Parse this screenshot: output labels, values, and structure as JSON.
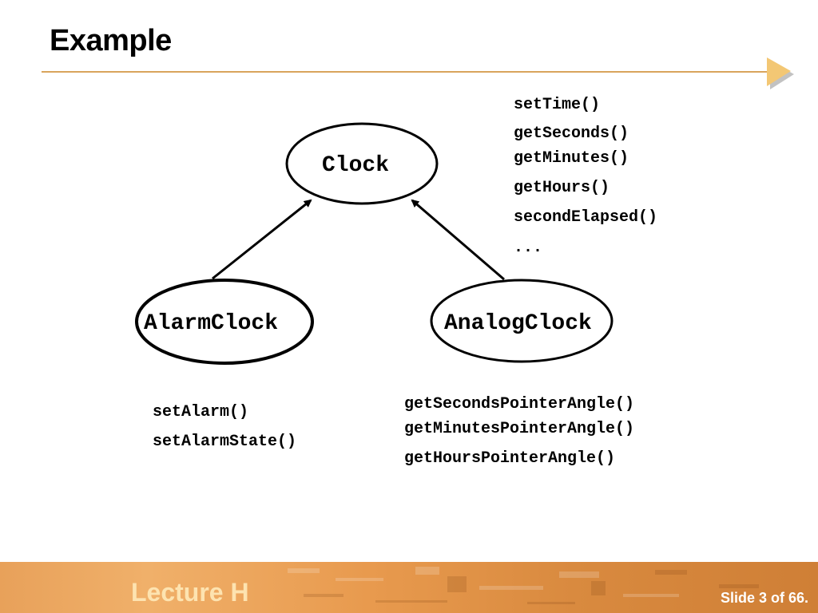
{
  "title": "Example",
  "nodes": {
    "clock": "Clock",
    "alarm_clock": "AlarmClock",
    "analog_clock": "AnalogClock"
  },
  "clock_methods": [
    "setTime()",
    "getSeconds()",
    "getMinutes()",
    "getHours()",
    "secondElapsed()",
    "..."
  ],
  "alarm_methods": [
    "setAlarm()",
    "setAlarmState()"
  ],
  "analog_methods": [
    "getSecondsPointerAngle()",
    "getMinutesPointerAngle()",
    "getHoursPointerAngle()"
  ],
  "footer": {
    "lecture": "Lecture H",
    "slide_number": "Slide 3 of 66."
  },
  "colors": {
    "rule": "#d9a45c",
    "footer_start": "#e8a15a",
    "footer_end": "#cf7f36",
    "lecture_text": "#fde3b0"
  }
}
